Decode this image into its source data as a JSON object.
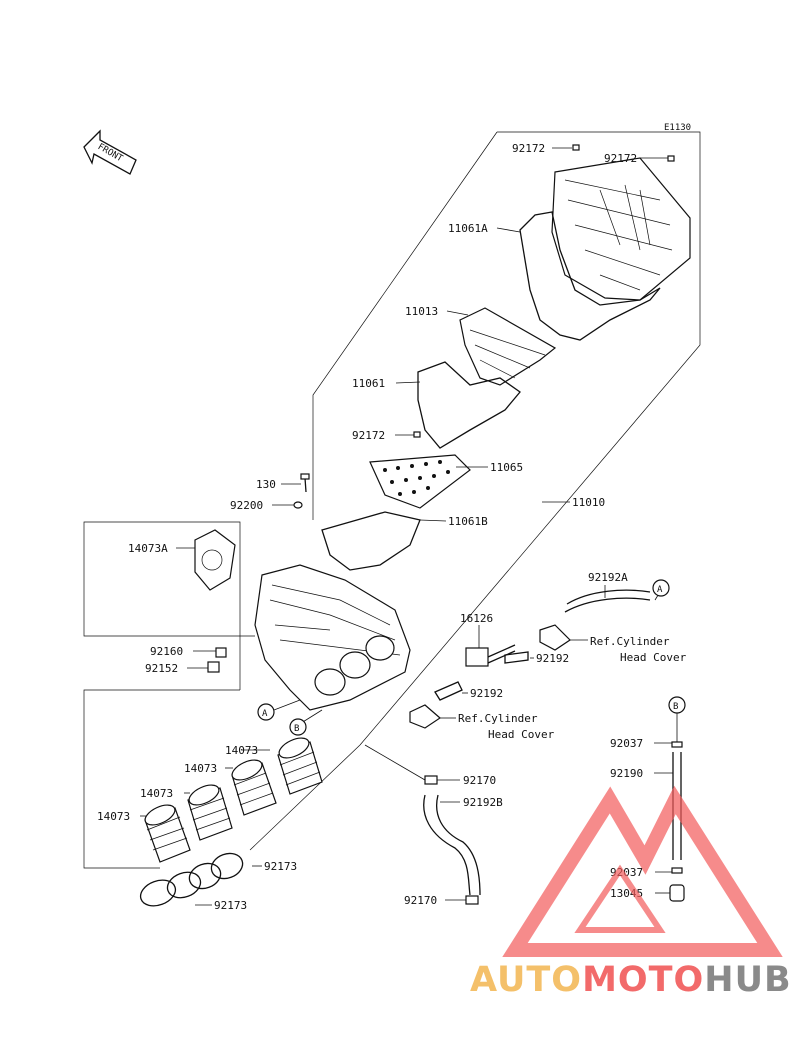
{
  "diagram_code": "E1130",
  "front_label": "FRONT",
  "parts": {
    "p92172_a": "92172",
    "p92172_b": "92172",
    "p92172_c": "92172",
    "p11061A": "11061A",
    "p11013": "11013",
    "p11061": "11061",
    "p11065": "11065",
    "p11061B": "11061B",
    "p11010": "11010",
    "p130": "130",
    "p92200": "92200",
    "p14073A": "14073A",
    "p92160": "92160",
    "p92152": "92152",
    "p92192A": "92192A",
    "p16126": "16126",
    "p92192_a": "92192",
    "p92192_b": "92192",
    "p14073_a": "14073",
    "p14073_b": "14073",
    "p14073_c": "14073",
    "p14073_d": "14073",
    "p92170_a": "92170",
    "p92192B": "92192B",
    "p92170_b": "92170",
    "p92173_a": "92173",
    "p92173_b": "92173",
    "p92037_a": "92037",
    "p92190": "92190",
    "p92037_b": "92037",
    "p13045": "13045"
  },
  "refs": {
    "ref1_line1": "Ref.Cylinder",
    "ref1_line2": "Head Cover",
    "ref2_line1": "Ref.Cylinder",
    "ref2_line2": "Head Cover"
  },
  "markers": {
    "a1": "A",
    "a2": "A",
    "b1": "B",
    "b2": "B"
  },
  "watermark": {
    "part1": "AUTO",
    "part2": "MOTO",
    "part3": "HUB",
    "colors": {
      "auto": "#f4c06a",
      "moto": "#f26a6a",
      "hub": "#8a8a8a",
      "logo": "#f25a5a"
    }
  }
}
